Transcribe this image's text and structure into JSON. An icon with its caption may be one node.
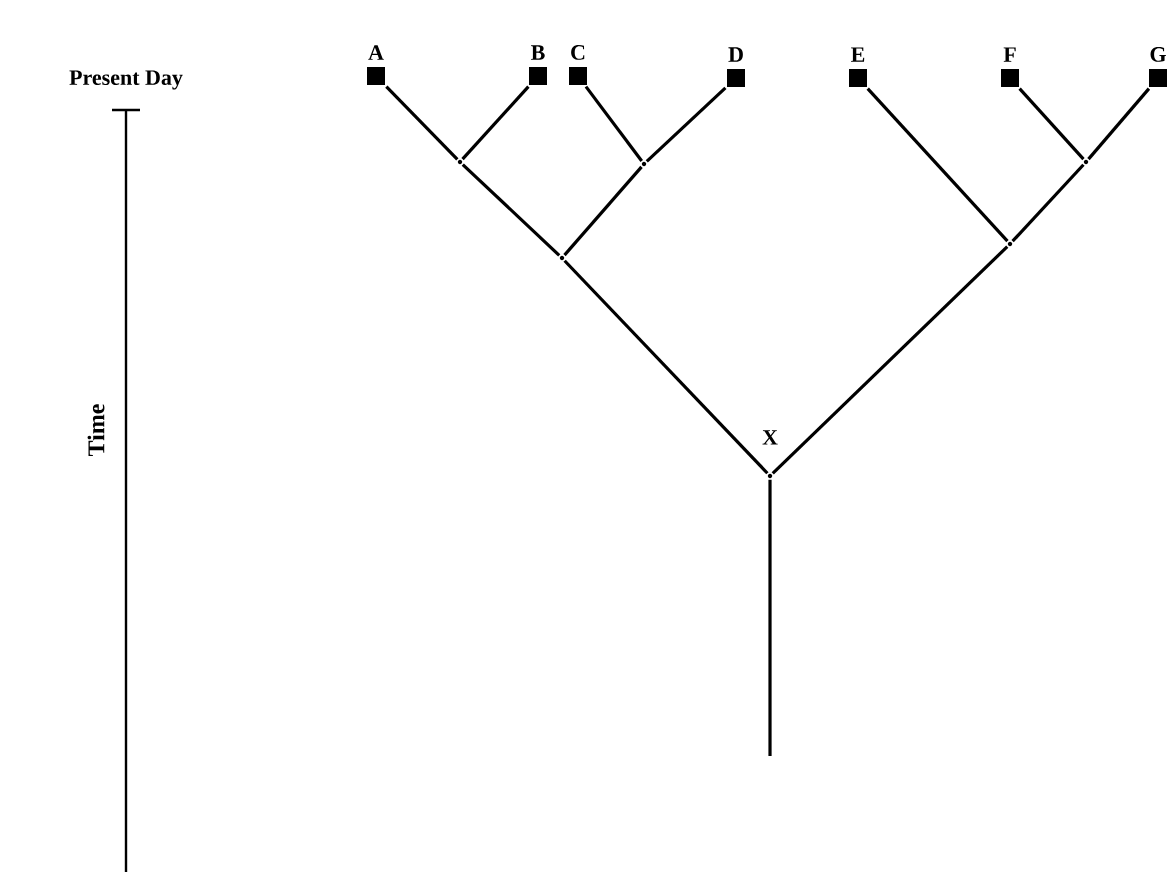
{
  "diagram": {
    "nodes": [
      {
        "text": [
          "A"
        ]
      },
      {
        "text": [
          "B"
        ]
      },
      {
        "text": [
          "C"
        ]
      },
      {
        "text": [
          "D"
        ]
      },
      {
        "text": [
          "E"
        ]
      },
      {
        "text": [
          "F"
        ]
      },
      {
        "text": [
          "G"
        ]
      },
      {
        "text": [],
        "shape": "point"
      },
      {
        "text": [],
        "shape": "point"
      },
      {
        "text": [],
        "shape": "point"
      },
      {
        "text": [],
        "shape": "point"
      },
      {
        "text": [],
        "shape": "point"
      },
      {
        "text": [
          "X"
        ]
      }
    ],
    "edges": [
      {
        "from": 7,
        "to": 0,
        "arrow": "none"
      },
      {
        "from": 7,
        "to": 1,
        "arrow": "none"
      },
      {
        "from": 8,
        "to": 2,
        "arrow": "none"
      },
      {
        "from": 8,
        "to": 3,
        "arrow": "none"
      },
      {
        "from": 9,
        "to": 5,
        "arrow": "none"
      },
      {
        "from": 9,
        "to": 6,
        "arrow": "none"
      },
      {
        "from": 10,
        "to": 7,
        "arrow": "none"
      },
      {
        "from": 10,
        "to": 8,
        "arrow": "none"
      },
      {
        "from": 11,
        "to": 4,
        "arrow": "none"
      },
      {
        "from": 11,
        "to": 9,
        "arrow": "none"
      },
      {
        "from": 12,
        "to": 10,
        "arrow": "none"
      },
      {
        "from": 12,
        "to": 11,
        "arrow": "none"
      },
      {
        "from": null,
        "to": 12,
        "arrow": "none"
      }
    ],
    "labels": [
      "Present Day",
      "Time"
    ]
  }
}
